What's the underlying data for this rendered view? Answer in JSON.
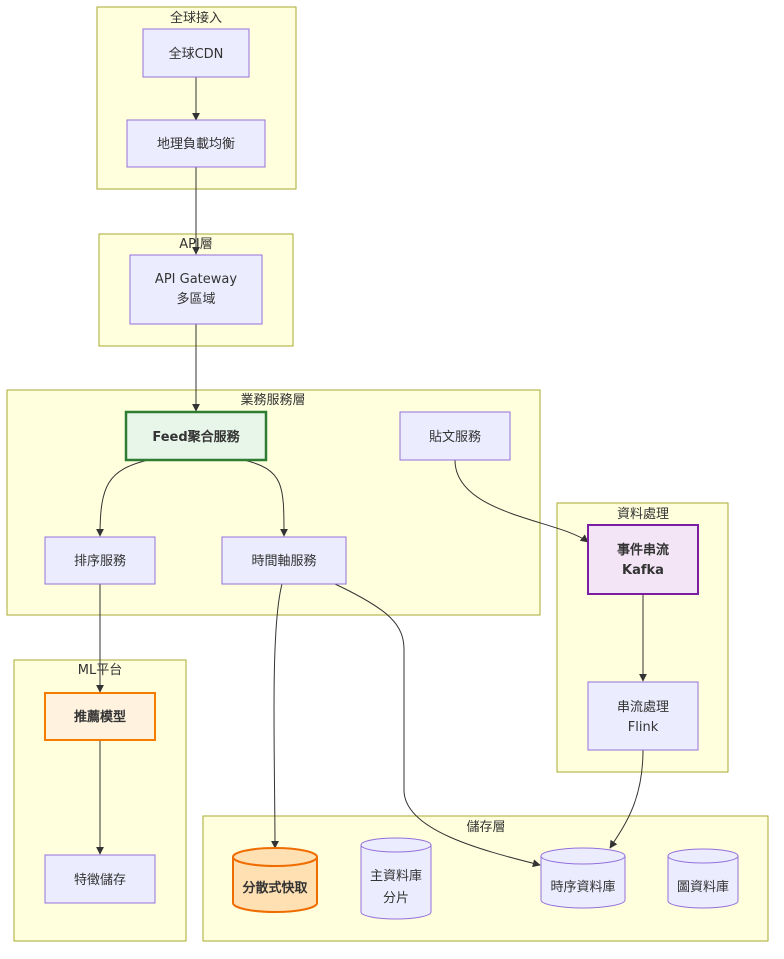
{
  "colors": {
    "cluster_fill": "#ffffde",
    "cluster_stroke": "#aaaa33",
    "node_fill": "#ececff",
    "node_stroke": "#9370db",
    "feed_fill": "#e8f5e9",
    "feed_stroke": "#2e7d32",
    "kafka_fill": "#f3e5f5",
    "kafka_stroke": "#7b1fa2",
    "ml_fill": "#fff3e0",
    "ml_stroke": "#f57c00",
    "cache_fill": "#ffe0b2",
    "cache_stroke": "#ef6c00",
    "edge": "#333333"
  },
  "clusters": {
    "global_access": "全球接入",
    "api_layer": "API層",
    "business": "業務服務層",
    "data_processing": "資料處理",
    "ml_platform": "ML平台",
    "storage": "儲存層"
  },
  "nodes": {
    "cdn": [
      "全球CDN"
    ],
    "geo_lb": [
      "地理負載均衡"
    ],
    "api_gateway": [
      "API Gateway",
      "多區域"
    ],
    "feed_agg": [
      "Feed聚合服務"
    ],
    "post_service": [
      "貼文服務"
    ],
    "ranking": [
      "排序服務"
    ],
    "timeline": [
      "時間軸服務"
    ],
    "event_stream": [
      "事件串流",
      "Kafka"
    ],
    "stream_proc": [
      "串流處理",
      "Flink"
    ],
    "rec_model": [
      "推薦模型"
    ],
    "feature_store": [
      "特徵儲存"
    ],
    "dist_cache": [
      "分散式快取"
    ],
    "main_db": [
      "主資料庫",
      "分片"
    ],
    "ts_db": [
      "時序資料庫"
    ],
    "graph_db": [
      "圖資料庫"
    ]
  }
}
